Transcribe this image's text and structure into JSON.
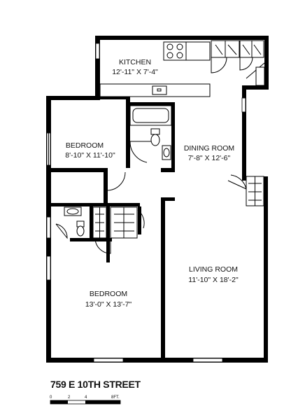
{
  "rooms": {
    "kitchen": {
      "name": "KITCHEN",
      "dims": "12'-11\" X 7'-4\""
    },
    "bedroom_top": {
      "name": "BEDROOM",
      "dims": "8'-10\" X 11'-10\""
    },
    "dining": {
      "name": "DINING ROOM",
      "dims": "7'-8\" X 12'-6\""
    },
    "living": {
      "name": "LIVING ROOM",
      "dims": "11'-10\" X 18'-2\""
    },
    "bedroom_bottom": {
      "name": "BEDROOM",
      "dims": "13'-0\" X 13'-7\""
    }
  },
  "address": "759 E 10TH STREET",
  "scale": {
    "ticks": [
      "0",
      "2",
      "4"
    ],
    "unit": "8FT."
  }
}
